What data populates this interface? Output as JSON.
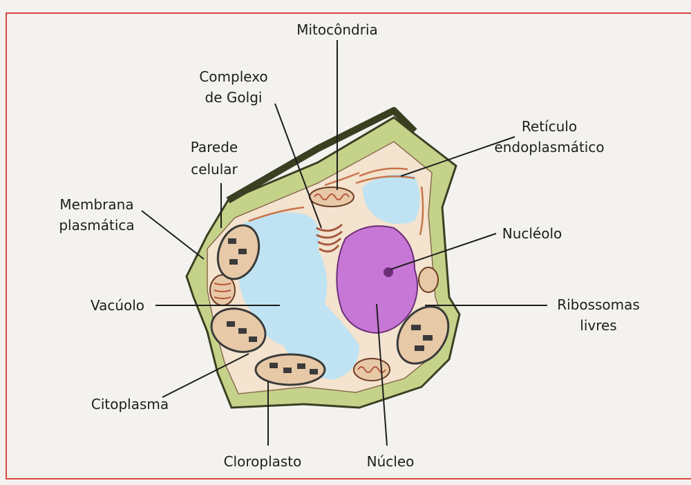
{
  "labels": {
    "mitocondria": "Mitocôndria",
    "complexo_golgi_1": "Complexo",
    "complexo_golgi_2": "de Golgi",
    "reticulo_1": "Retículo",
    "reticulo_2": "endoplasmático",
    "parede_1": "Parede",
    "parede_2": "celular",
    "membrana_1": "Membrana",
    "membrana_2": "plasmática",
    "nucleolo": "Nucléolo",
    "vacuolo": "Vacúolo",
    "ribossomas_1": "Ribossomas",
    "ribossomas_2": "livres",
    "citoplasma": "Citoplasma",
    "cloroplasto": "Cloroplasto",
    "nucleo": "Núcleo"
  },
  "colors": {
    "frame_border": "#d9473a",
    "cell_wall": "#c5d38a",
    "cell_wall_edge": "#3b3f22",
    "cytoplasm": "#f3e3cf",
    "vacuole": "#bfe3f2",
    "nucleus": "#c777d6",
    "chloroplast_stroma": "#e7c9a8",
    "thylakoid": "#3a3a3a",
    "er": "#c9744a"
  }
}
